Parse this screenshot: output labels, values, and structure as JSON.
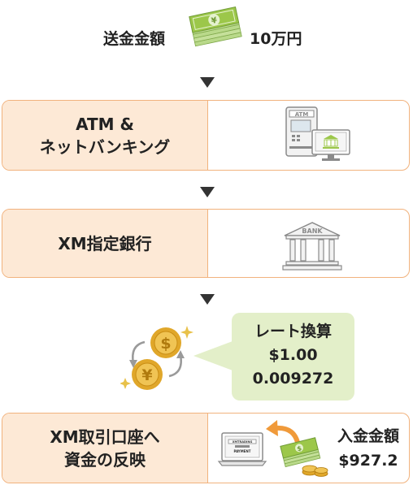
{
  "send": {
    "label": "送金金額",
    "amount": "10万円",
    "icon": "yen-banknote-stack-icon"
  },
  "steps": [
    {
      "label_line1": "ATM &",
      "label_line2": "ネットバンキング",
      "icon": "atm-and-computer-icon",
      "atm_text": "ATM"
    },
    {
      "label": "XM指定銀行",
      "icon": "bank-building-icon",
      "bank_text": "BANK"
    }
  ],
  "exchange": {
    "title": "レート換算",
    "rate_usd": "$1.00",
    "rate_jpy": "0.009272",
    "icon": "currency-exchange-icon"
  },
  "final": {
    "label_line1": "XM取引口座へ",
    "label_line2": "資金の反映",
    "received_label": "入金金額",
    "received_amount": "$927.2",
    "icon": "laptop-payment-icon",
    "laptop_text_1": "XMTRADING",
    "laptop_text_2": "PAYMENT"
  },
  "colors": {
    "box_border": "#f1b27d",
    "box_label_bg": "#fde9d6",
    "bubble_bg": "#e3efc9",
    "money_green": "#9cc74a",
    "coin_gold": "#e0a72a",
    "icon_gray": "#8a8a8a",
    "arrow_orange": "#f09a3a"
  }
}
